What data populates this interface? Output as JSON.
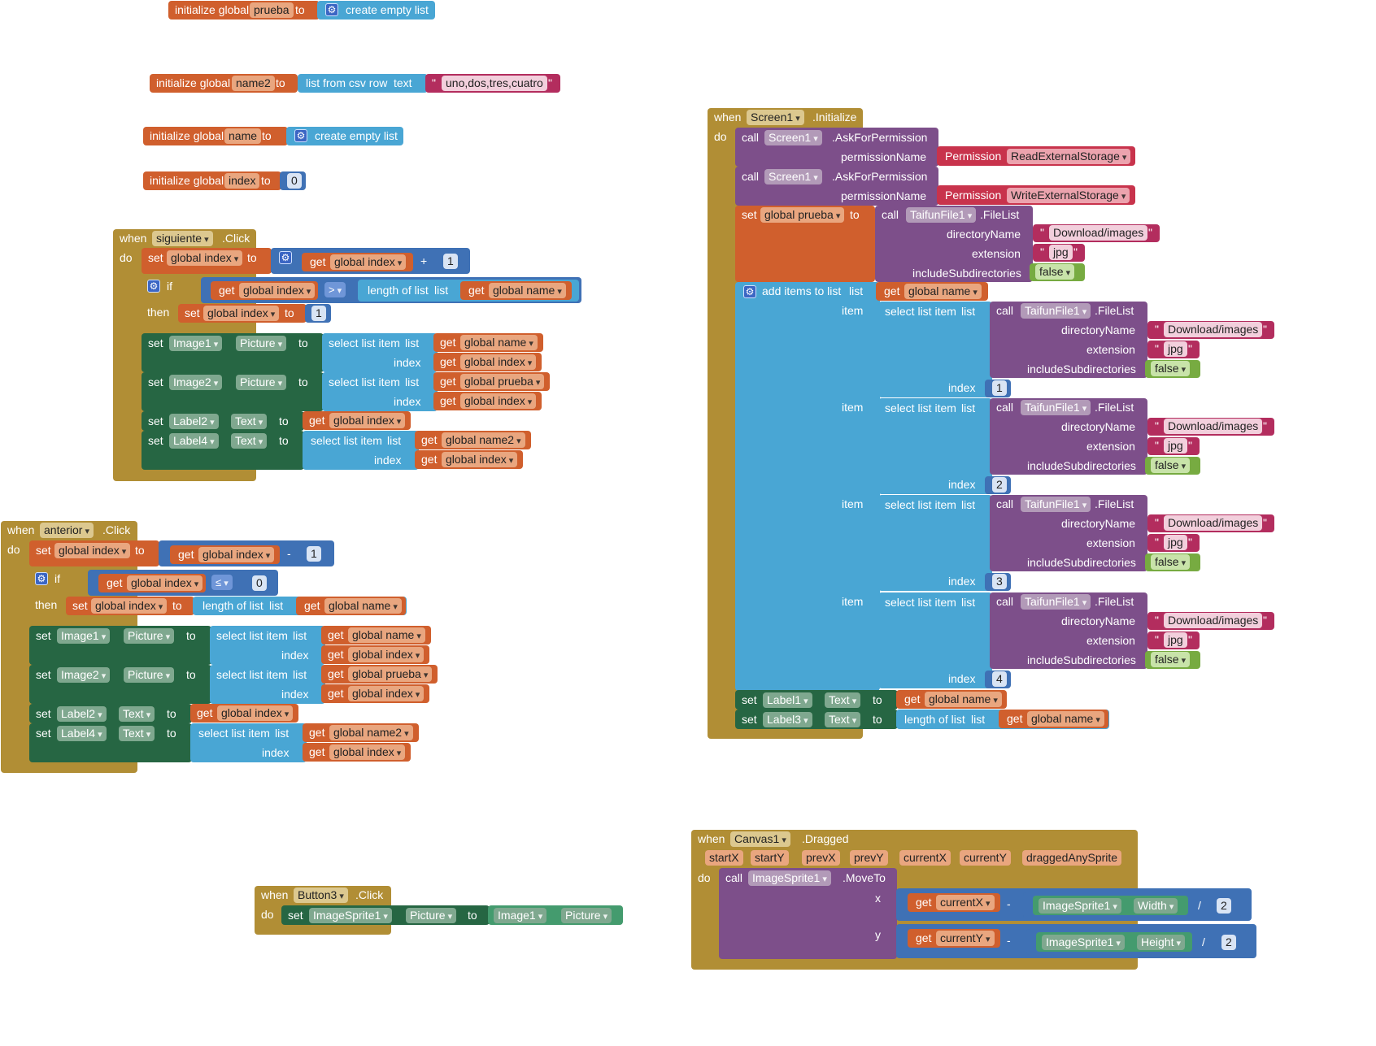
{
  "labels": {
    "initialize_global": "initialize global",
    "to": "to",
    "create_empty_list": "create empty list",
    "list_from_csv_row": "list from csv row",
    "text": "text",
    "when": "when",
    "do": "do",
    "set": "set",
    "get": "get",
    "if": "if",
    "then": "then",
    "length_of_list": "length of list",
    "list": "list",
    "select_list_item": "select list item",
    "index": "index",
    "item": "item",
    "add_items_to_list": "add items to list",
    "call": "call",
    "click": ".Click",
    "initialize": ".Initialize",
    "dragged": ".Dragged",
    "ask_for_permission": ".AskForPermission",
    "permission_name": "permissionName",
    "permission": "Permission",
    "file_list": ".FileList",
    "directory_name": "directoryName",
    "extension": "extension",
    "include_subdirectories": "includeSubdirectories",
    "move_to": ".MoveTo",
    "x": "x",
    "y": "y",
    "plus": "+",
    "minus": "-",
    "divide": "/",
    "gt": ">",
    "le": "≤",
    "quote": "\""
  },
  "globals": {
    "prueba": "prueba",
    "name2": "name2",
    "name": "name",
    "index": "index",
    "csv_text": "uno,dos,tres,cuatro",
    "index_init": "0"
  },
  "vars": {
    "global_index": "global index",
    "global_name": "global name",
    "global_prueba": "global prueba",
    "global_name2": "global name2",
    "currentX": "currentX",
    "currentY": "currentY"
  },
  "components": {
    "siguiente": "siguiente",
    "anterior": "anterior",
    "button3": "Button3",
    "screen1": "Screen1",
    "canvas1": "Canvas1",
    "image1": "Image1",
    "image2": "Image2",
    "label1": "Label1",
    "label2": "Label2",
    "label3": "Label3",
    "label4": "Label4",
    "imagesprite1": "ImageSprite1",
    "taifunfile1": "TaifunFile1"
  },
  "props": {
    "picture": "Picture",
    "text": "Text",
    "width": "Width",
    "height": "Height"
  },
  "values": {
    "one": "1",
    "two": "2",
    "three": "3",
    "four": "4",
    "zero": "0",
    "read_ext": "ReadExternalStorage",
    "write_ext": "WriteExternalStorage",
    "download_images": "Download/images",
    "jpg": "jpg",
    "false": "false"
  },
  "params": [
    "startX",
    "startY",
    "prevX",
    "prevY",
    "currentX",
    "currentY",
    "draggedAnySprite"
  ]
}
